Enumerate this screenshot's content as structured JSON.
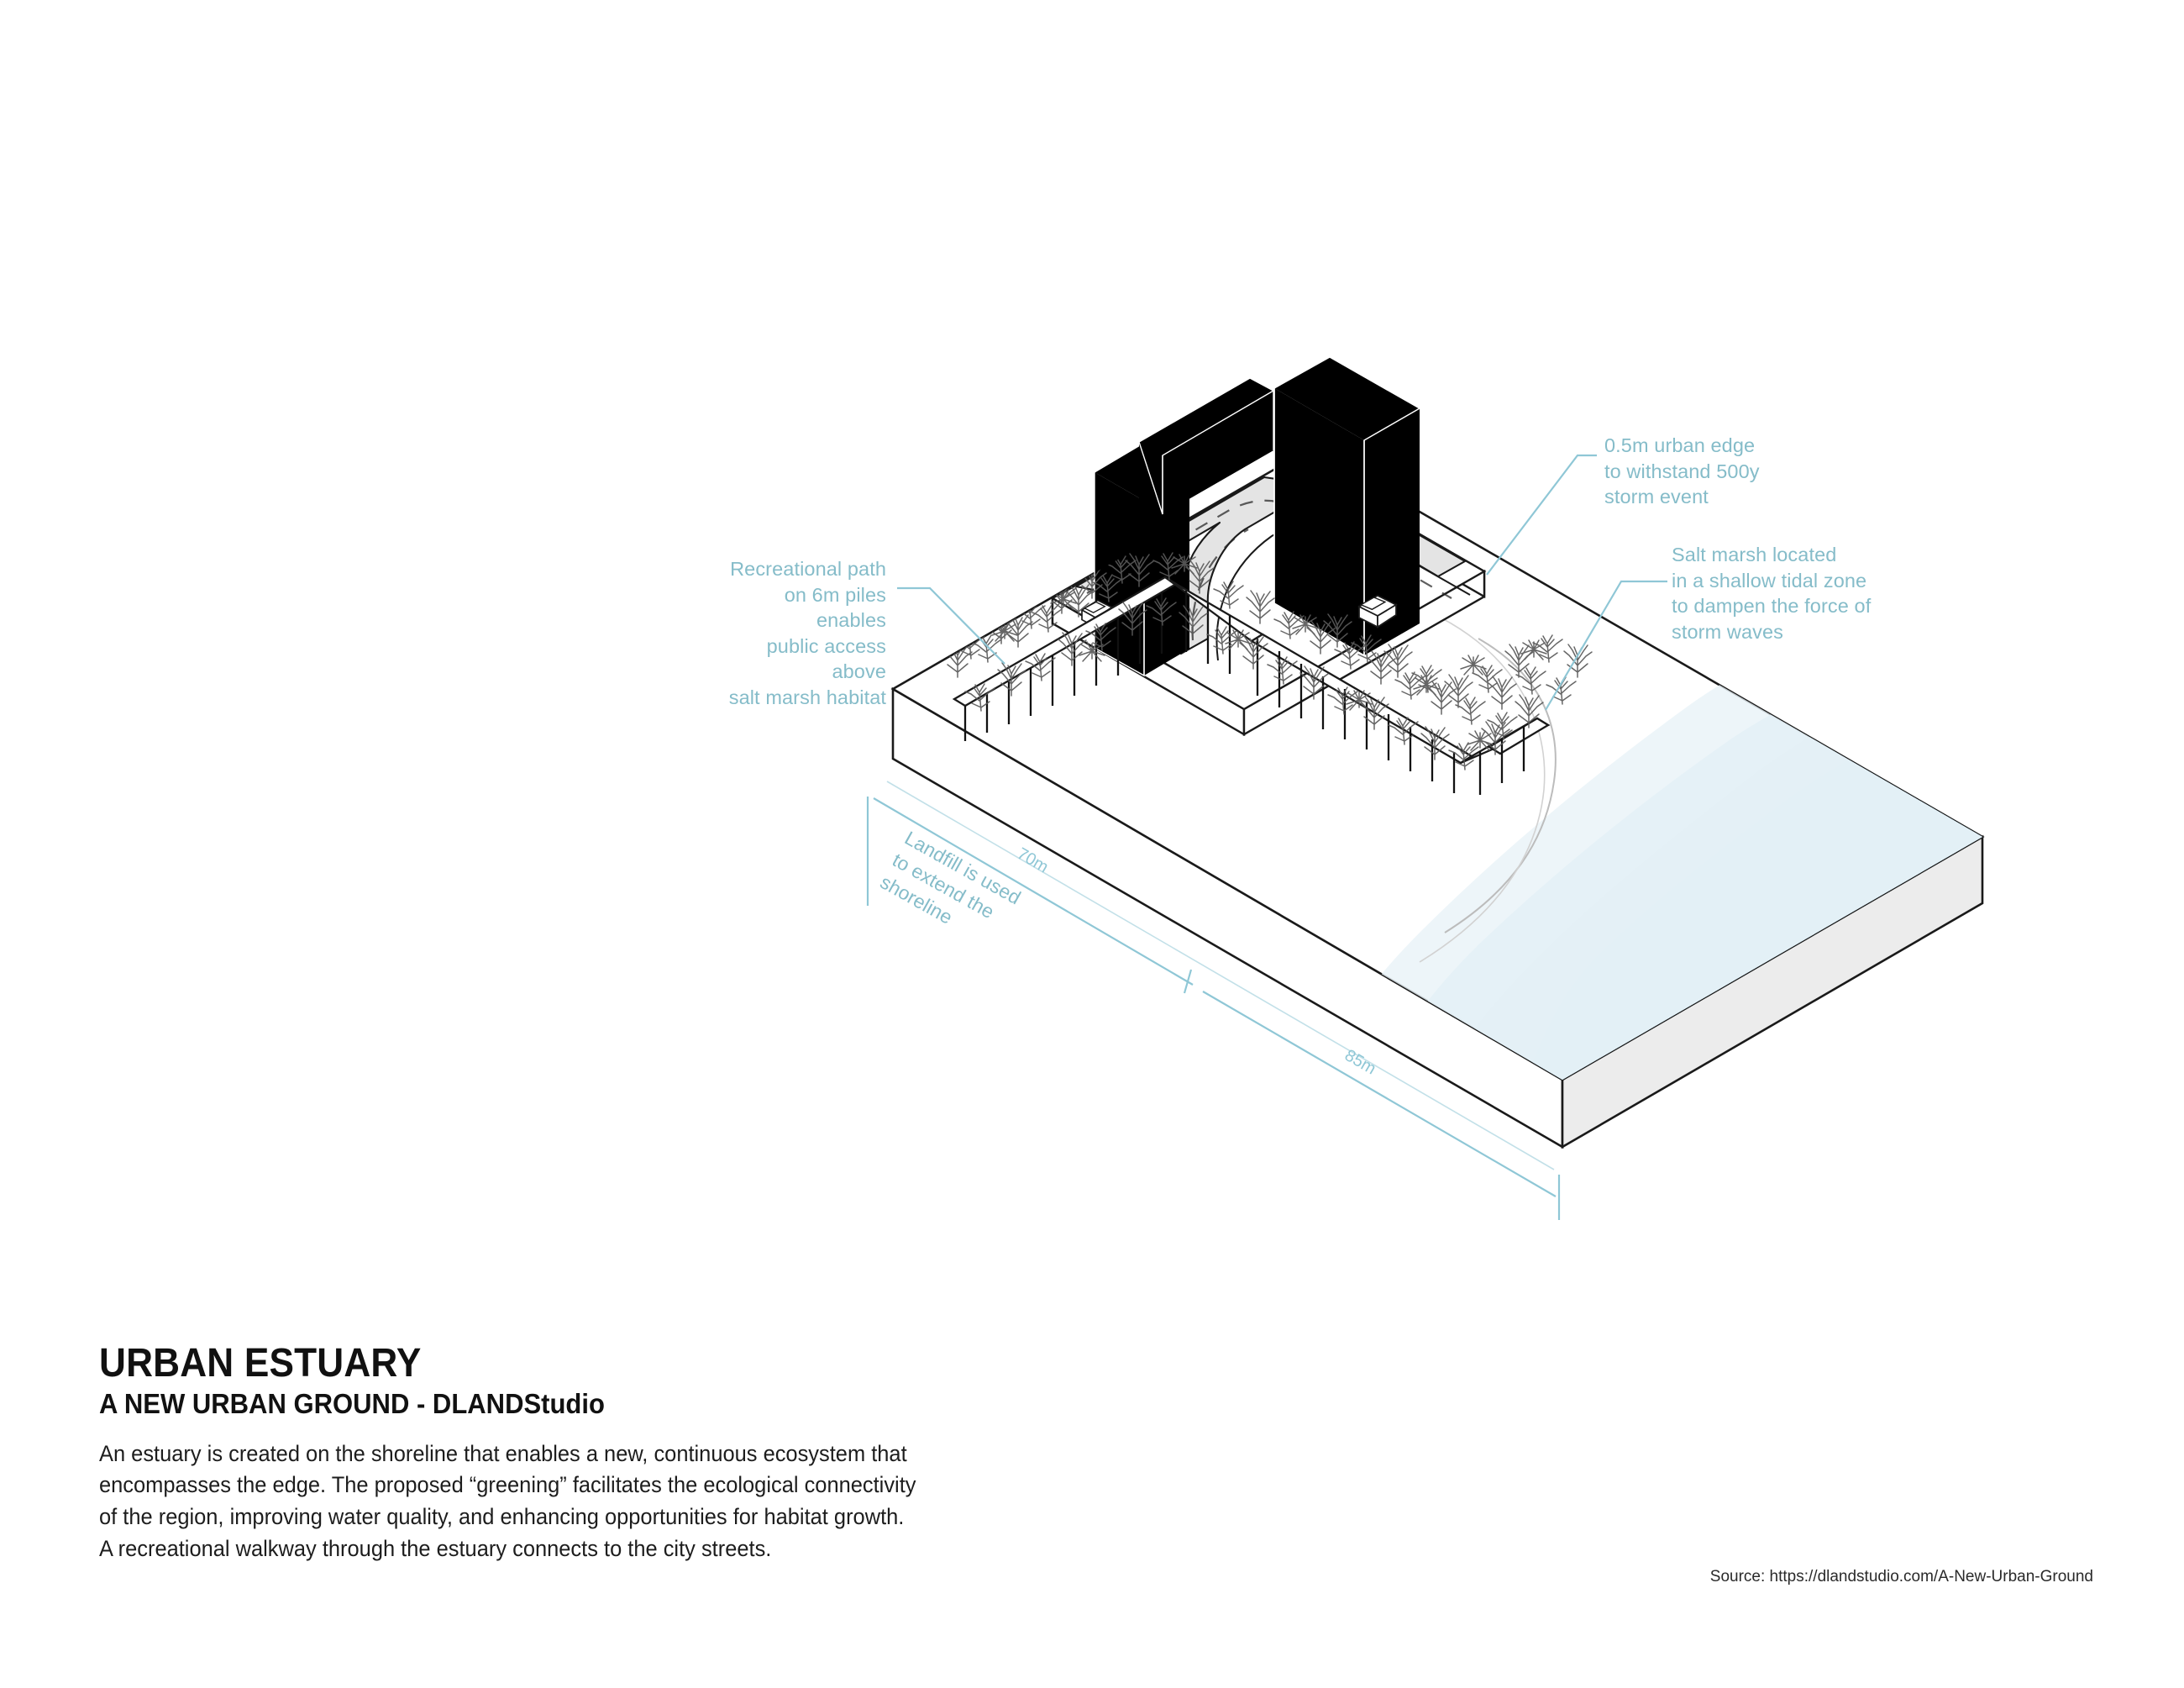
{
  "document": {
    "title": "URBAN ESTUARY",
    "subtitle": "A NEW URBAN GROUND - DLANDStudio",
    "body": "An estuary is created on the shoreline that enables a new, continuous ecosystem that encompasses the edge. The proposed “greening” facilitates the ecological connectivity of the region, improving water quality, and enhancing opportunities for habitat growth. A recreational walkway through the estuary connects to the city streets.",
    "source": "Source: https://dlandstudio.com/A-New-Urban-Ground"
  },
  "annotations": {
    "recreational_path": "Recreational path\non 6m piles enables\npublic access above\nsalt marsh habitat",
    "urban_edge": "0.5m urban edge\nto withstand 500y\nstorm event",
    "salt_marsh": "Salt marsh located\nin a shallow tidal zone\nto dampen the force of\nstorm waves",
    "landfill": "Landfill is used\nto extend the\nshoreline"
  },
  "dimensions": {
    "depth_label": "70m",
    "width_label": "85m"
  },
  "colors": {
    "annotation_teal": "#85bcc9",
    "dimension_teal": "#8fc7d6",
    "water_deep": "#a2c8dc",
    "water_mid": "#b8d8e6",
    "water_shallow": "#d6e9f1",
    "water_edge": "#eaf4f8",
    "road_fill": "#e4e4e4",
    "ground_top": "#ffffff",
    "ground_side": "#ffffff",
    "building_black": "#000000",
    "outline": "#1a1a1a",
    "slab_side": "#ececec"
  },
  "scene": {
    "buildings": [
      {
        "name": "tower-left-low"
      },
      {
        "name": "tower-mid-slab"
      },
      {
        "name": "tower-right-tall"
      }
    ],
    "vehicles": [
      {
        "name": "car-left"
      },
      {
        "name": "car-right"
      }
    ],
    "features": [
      "road",
      "boardwalk-on-piles",
      "salt-marsh-vegetation",
      "tidal-water-bands",
      "landfill-block"
    ]
  }
}
